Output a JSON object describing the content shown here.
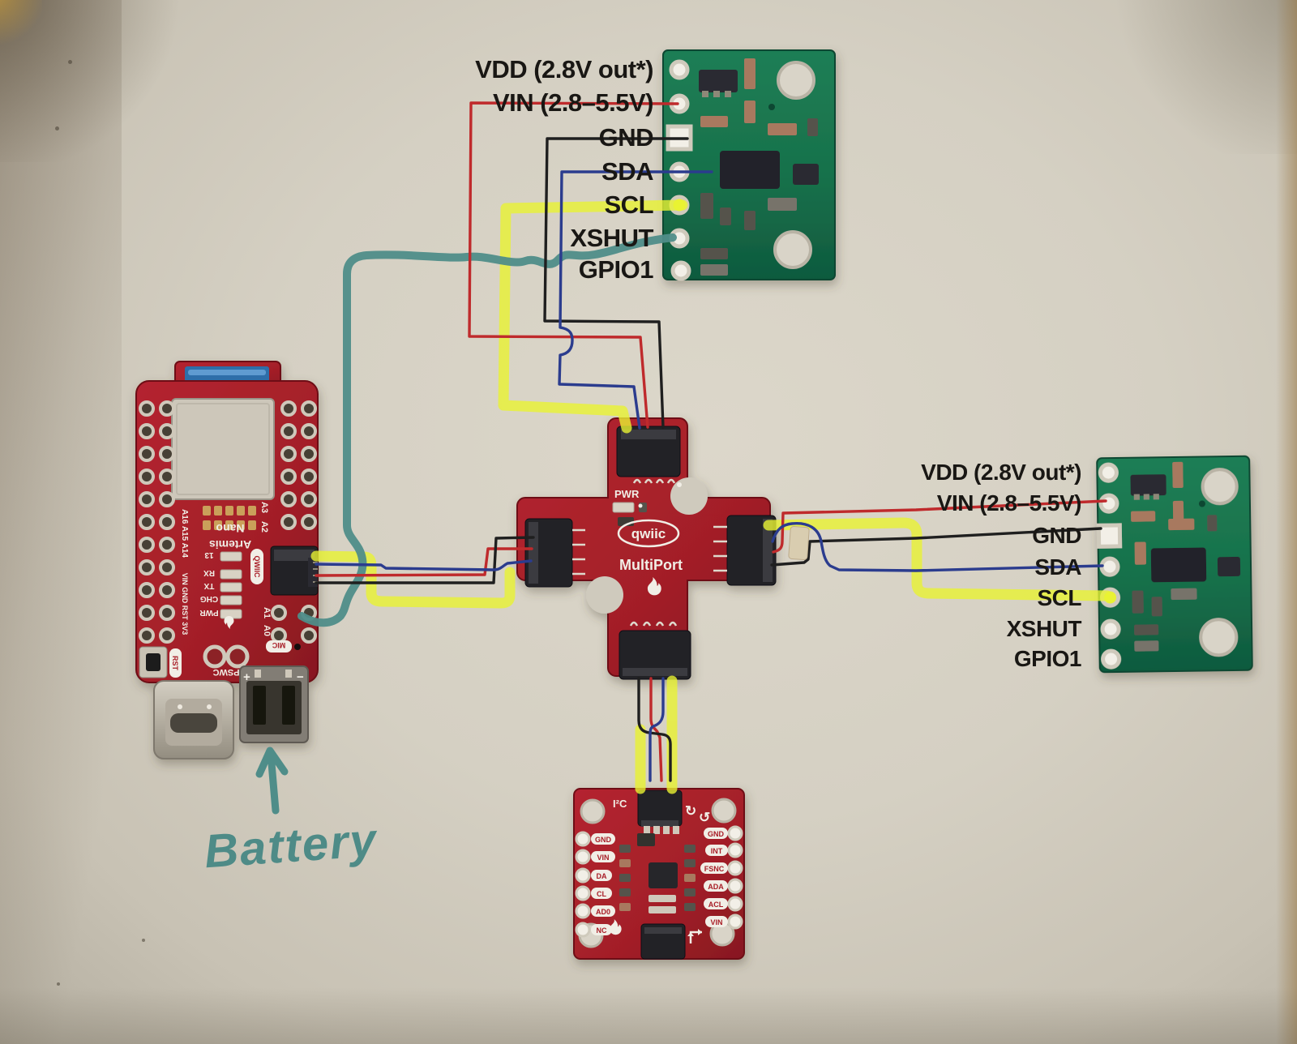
{
  "wiring_diagram": {
    "handwritten": {
      "battery": "Battery"
    },
    "sensor_pin_labels": [
      "VDD (2.8V out*)",
      "VIN (2.8–5.5V)",
      "GND",
      "SDA",
      "SCL",
      "XSHUT",
      "GPIO1"
    ],
    "artemis": {
      "name_line1": "Artemis",
      "name_line2": "Nano",
      "rst": "RST",
      "qwiic": "QWIIC",
      "mic": "MIC",
      "pswc": "PSWC",
      "pins_right": [
        "A3",
        "A2",
        "A1",
        "A0"
      ],
      "edge_text_1": "A16 A15 A14",
      "edge_text_2": "VIN GND RST 3V3",
      "led_labels": [
        "13",
        "RX",
        "TX",
        "CHG",
        "PWR"
      ],
      "battery_plus": "+",
      "battery_minus": "−"
    },
    "multiport": {
      "logo": "qwiic",
      "name": "MultiPort",
      "led_label": "PWR"
    },
    "imu": {
      "label_i2c": "I²C",
      "left_pins": [
        "GND",
        "VIN",
        "DA",
        "CL",
        "AD0",
        "NC"
      ],
      "right_pins": [
        "GND",
        "INT",
        "FSNC",
        "ADA",
        "ACL",
        "VIN"
      ],
      "rotate_icon_1": "↻",
      "rotate_icon_2": "↺"
    },
    "wire_colors": {
      "power_red": "#bf2a2c",
      "ground_black": "#1f1f1f",
      "sda_blue": "#2b3c8e",
      "scl_highlighter": "#e9f232",
      "xshut_marker": "#4f8d89"
    }
  }
}
